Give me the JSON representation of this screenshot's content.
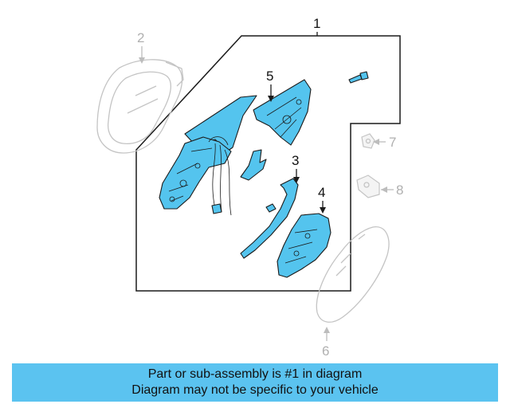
{
  "callouts": {
    "c1": "1",
    "c2": "2",
    "c3": "3",
    "c4": "4",
    "c5": "5",
    "c6": "6",
    "c7": "7",
    "c8": "8"
  },
  "banner": {
    "line1": "Part or sub-assembly is #1 in diagram",
    "line2": "Diagram may not be specific to your vehicle"
  },
  "colors": {
    "highlight": "#54c4ee",
    "banner_bg": "#5bc3f0",
    "ghost": "#c4c4c4"
  }
}
